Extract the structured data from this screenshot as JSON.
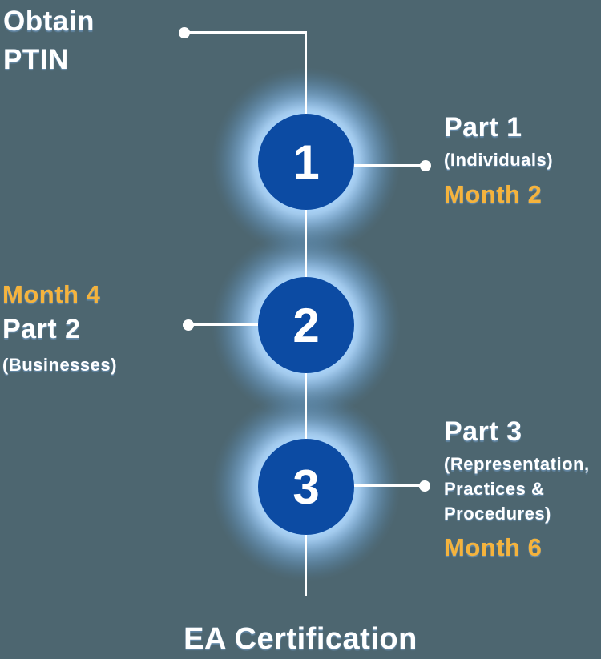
{
  "diagram": {
    "title": "EA Certification timeline",
    "colors": {
      "background": "#4D6670",
      "circle_blue": "#0C4BA3",
      "glow_blue": "#A9D2F7",
      "month_yellow": "#F5B33C",
      "text_white": "#FFFFFF"
    },
    "start_label": "Obtain\nPTIN",
    "end_label": "EA Certification",
    "steps": [
      {
        "number": "1",
        "part": "Part 1",
        "detail": "(Individuals)",
        "month": "Month 2"
      },
      {
        "number": "2",
        "part": "Part 2",
        "detail": "(Businesses)",
        "month": "Month 4"
      },
      {
        "number": "3",
        "part": "Part 3",
        "detail": "(Representation, Practices & Procedures)",
        "month": "Month 6"
      }
    ]
  }
}
